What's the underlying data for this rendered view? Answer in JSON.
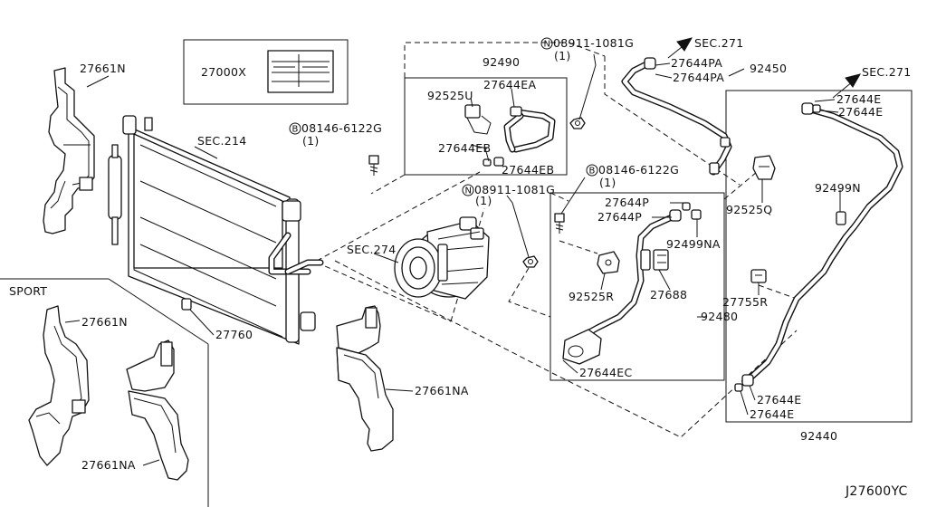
{
  "diagram_code": "J27600YC",
  "variant_label": "SPORT",
  "part_labels": {
    "p27661N_top": "27661N",
    "p27000X": "27000X",
    "sec214": "SEC.214",
    "bolt1": "08146-6122G",
    "bolt1_qty": "(1)",
    "p92490": "92490",
    "p92525U": "92525U",
    "p27644EA": "27644EA",
    "p27644EB_1": "27644EB",
    "p27644EB_2": "27644EB",
    "nut1": "08911-1081G",
    "nut1_qty": "(1)",
    "sec271_a": "SEC.271",
    "p27644PA_1": "27644PA",
    "p27644PA_2": "27644PA",
    "p92450": "92450",
    "sec271_b": "SEC.271",
    "p27644E_1": "27644E",
    "p27644E_2": "27644E",
    "bolt2": "08146-6122G",
    "bolt2_qty": "(1)",
    "nut2": "08911-1081G",
    "nut2_qty": "(1)",
    "p27644P_1": "27644P",
    "p27644P_2": "27644P",
    "p92499NA": "92499NA",
    "p92525Q": "92525Q",
    "p92499N": "92499N",
    "sec274": "SEC.274",
    "p92525R": "92525R",
    "p27688": "27688",
    "p27755R": "27755R",
    "p92480": "92480",
    "p27644EC": "27644EC",
    "p27661N_sport": "27661N",
    "p27760": "27760",
    "p27661NA_mid": "27661NA",
    "p27644E_3": "27644E",
    "p27644E_4": "27644E",
    "p92440": "92440",
    "p27661NA_sport": "27661NA"
  },
  "symbols": {
    "bolt_prefix": "B",
    "nut_prefix": "N"
  }
}
